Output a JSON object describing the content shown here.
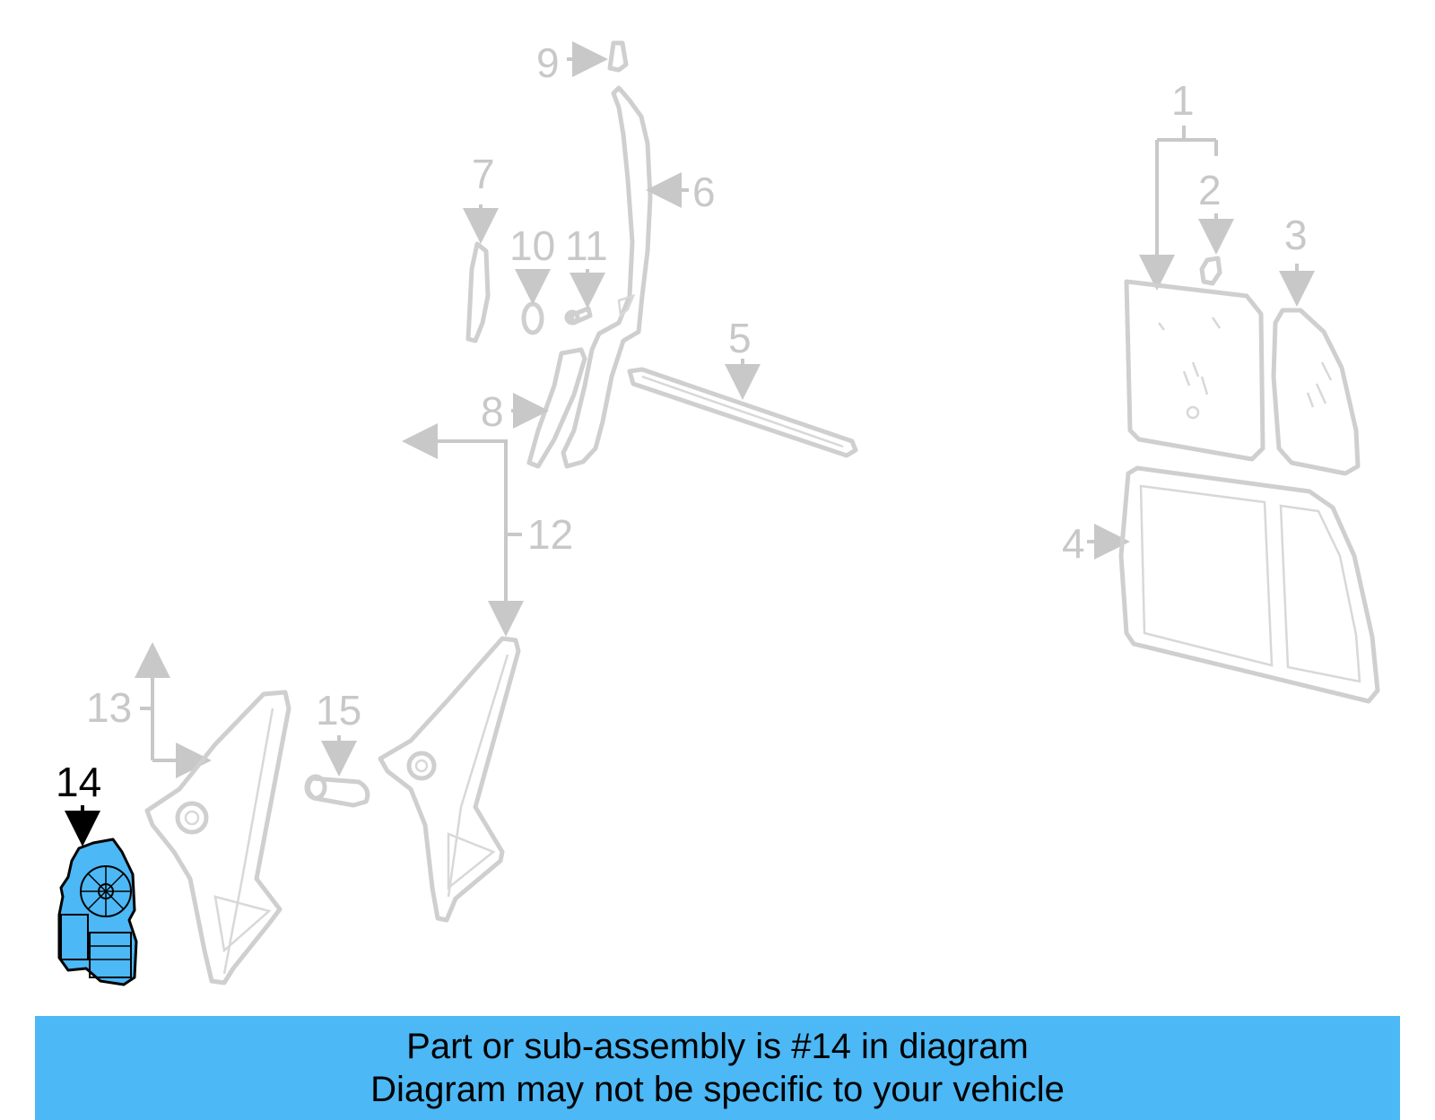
{
  "callouts": {
    "c1": "1",
    "c2": "2",
    "c3": "3",
    "c4": "4",
    "c5": "5",
    "c6": "6",
    "c7": "7",
    "c8": "8",
    "c9": "9",
    "c10": "10",
    "c11": "11",
    "c12": "12",
    "c13": "13",
    "c14": "14",
    "c15": "15"
  },
  "highlighted_part": "14",
  "colors": {
    "highlight_fill": "#4cb8f5",
    "part_stroke": "#cfcfcf",
    "callout_text": "#c8c8c8",
    "banner_bg": "#4cb8f5"
  },
  "banner": {
    "line1": "Part or sub-assembly is #14 in diagram",
    "line2": "Diagram may not be specific to your vehicle"
  }
}
